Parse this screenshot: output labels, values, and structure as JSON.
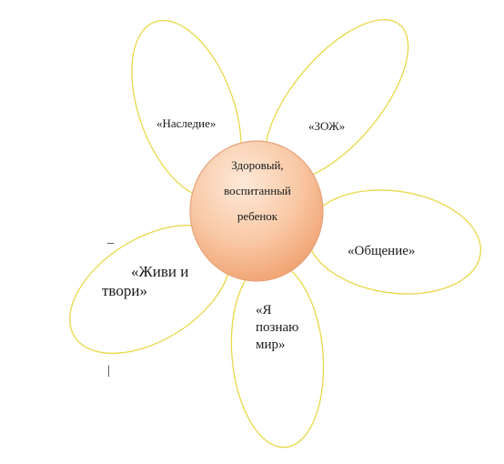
{
  "diagram": {
    "center": {
      "label": "Здоровый,\nвоспитанный\nребенок"
    },
    "petals": [
      {
        "label": "«Наследие»"
      },
      {
        "label": "«ЗОЖ»"
      },
      {
        "label": "«Общение»"
      },
      {
        "label": "«Я\nпознаю\nмир»"
      },
      {
        "label": "«Живи и\nтвори»"
      }
    ],
    "marks": {
      "dash": "_",
      "bar": "|"
    },
    "colors": {
      "petal_stroke": "#e8d84a",
      "petal_fill": "#ffffff",
      "center_light": "#fde3cf",
      "center_dark": "#f4a878",
      "center_stroke": "#e6a27a"
    }
  }
}
